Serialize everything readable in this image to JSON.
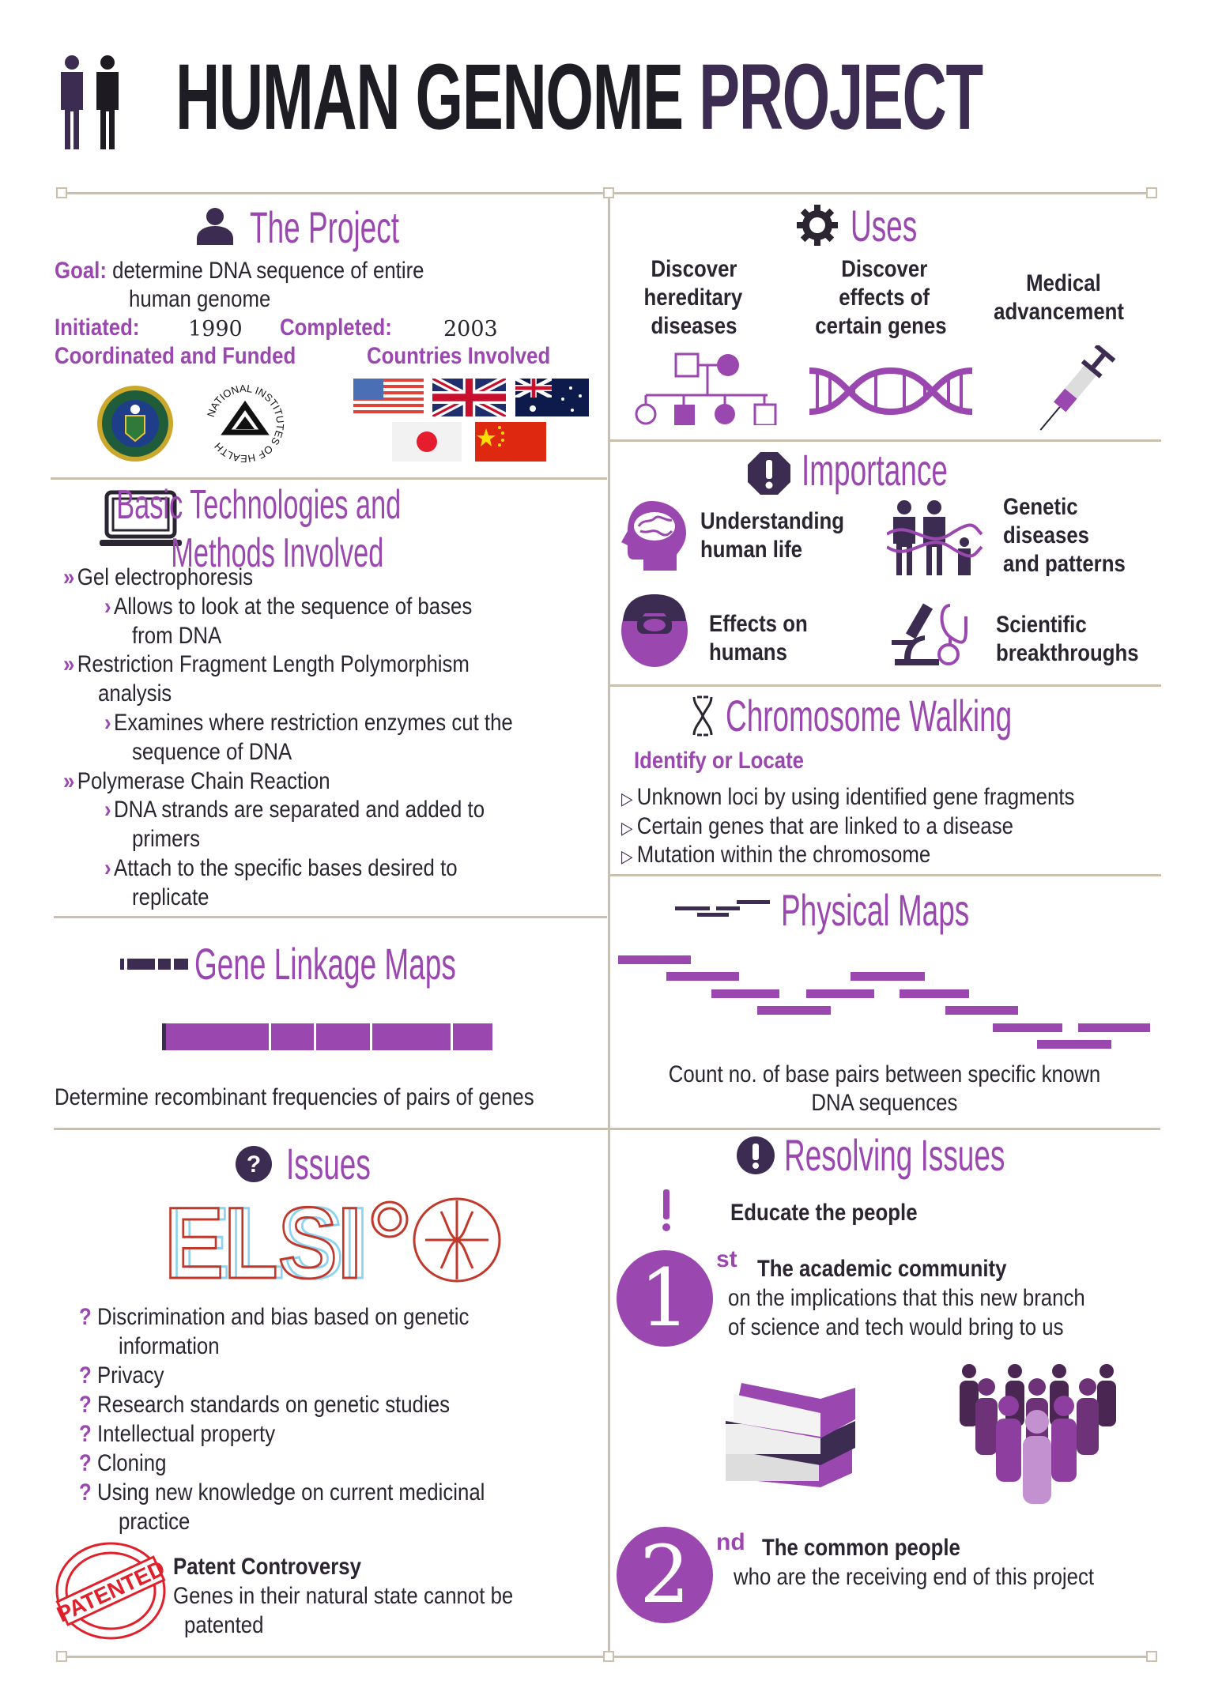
{
  "header": {
    "title_part1": "HUMAN GENOME",
    "title_part2": "PROJECT"
  },
  "project": {
    "title": "The Project",
    "goal_label": "Goal:",
    "goal_line1": "determine DNA sequence of entire",
    "goal_line2": "human genome",
    "initiated_label": "Initiated:",
    "initiated_value": "1990",
    "completed_label": "Completed:",
    "completed_value": "2003",
    "coordinated_label": "Coordinated and Funded",
    "countries_label": "Countries Involved",
    "nih_logo_text": "NATIONAL INSTITUTES OF HEALTH"
  },
  "technologies": {
    "title_line1": "Basic Technologies and",
    "title_line2": "Methods Involved",
    "lines": [
      {
        "level": "main",
        "text": "Gel electrophoresis"
      },
      {
        "level": "sub",
        "text": "Allows to look at the sequence of bases"
      },
      {
        "level": "subwrap",
        "text": "from DNA"
      },
      {
        "level": "main",
        "text": "Restriction Fragment Length Polymorphism"
      },
      {
        "level": "mainwrap",
        "text": "analysis"
      },
      {
        "level": "sub",
        "text": "Examines where restriction enzymes cut the"
      },
      {
        "level": "subwrap",
        "text": "sequence of DNA"
      },
      {
        "level": "main",
        "text": "Polymerase Chain Reaction"
      },
      {
        "level": "sub",
        "text": "DNA strands are separated and added to"
      },
      {
        "level": "subwrap",
        "text": "primers"
      },
      {
        "level": "sub",
        "text": "Attach to the specific bases desired to"
      },
      {
        "level": "subwrap",
        "text": "replicate"
      }
    ]
  },
  "gene_linkage": {
    "title": "Gene Linkage Maps",
    "description": "Determine recombinant frequencies of pairs of genes"
  },
  "issues": {
    "title": "Issues",
    "logo_text": "ELSI",
    "items": [
      [
        "Discrimination and bias based on genetic",
        "information"
      ],
      [
        "Privacy"
      ],
      [
        "Research standards on genetic studies"
      ],
      [
        "Intellectual property"
      ],
      [
        "Cloning"
      ],
      [
        "Using new knowledge on current medicinal",
        "practice"
      ]
    ],
    "patent_title": "Patent Controversy",
    "patent_line1": "Genes in their natural state cannot be",
    "patent_line2": "patented",
    "stamp_text": "PATENTED"
  },
  "uses": {
    "title": "Uses",
    "items": [
      [
        "Discover",
        "hereditary",
        "diseases"
      ],
      [
        "Discover",
        "effects of",
        "certain genes"
      ],
      [
        "Medical",
        "advancement"
      ]
    ]
  },
  "importance": {
    "title": "Importance",
    "items": [
      [
        "Understanding",
        "human life"
      ],
      [
        "Genetic",
        "diseases",
        "and patterns"
      ],
      [
        "Effects on",
        "humans"
      ],
      [
        "Scientific",
        "breakthroughs"
      ]
    ]
  },
  "chromosome": {
    "title": "Chromosome Walking",
    "subtitle": "Identify or Locate",
    "items": [
      "Unknown loci by using identified gene fragments",
      "Certain genes that are linked to a disease",
      "Mutation within the chromosome"
    ]
  },
  "physical": {
    "title": "Physical Maps",
    "line1": "Count no. of base pairs between specific known",
    "line2": "DNA sequences"
  },
  "resolving": {
    "title": "Resolving Issues",
    "educate": "Educate the people",
    "first_num": "1",
    "first_sup": "st",
    "first_title": "The academic community",
    "first_line1": "on the implications that this new branch",
    "first_line2": "of science and tech would bring to us",
    "second_num": "2",
    "second_sup": "nd",
    "second_title": "The common people",
    "second_line1": "who are the receiving end of this project"
  },
  "colors": {
    "purple": "#9b47b0",
    "dark": "#3a2a4a",
    "line": "#cbbfae"
  }
}
